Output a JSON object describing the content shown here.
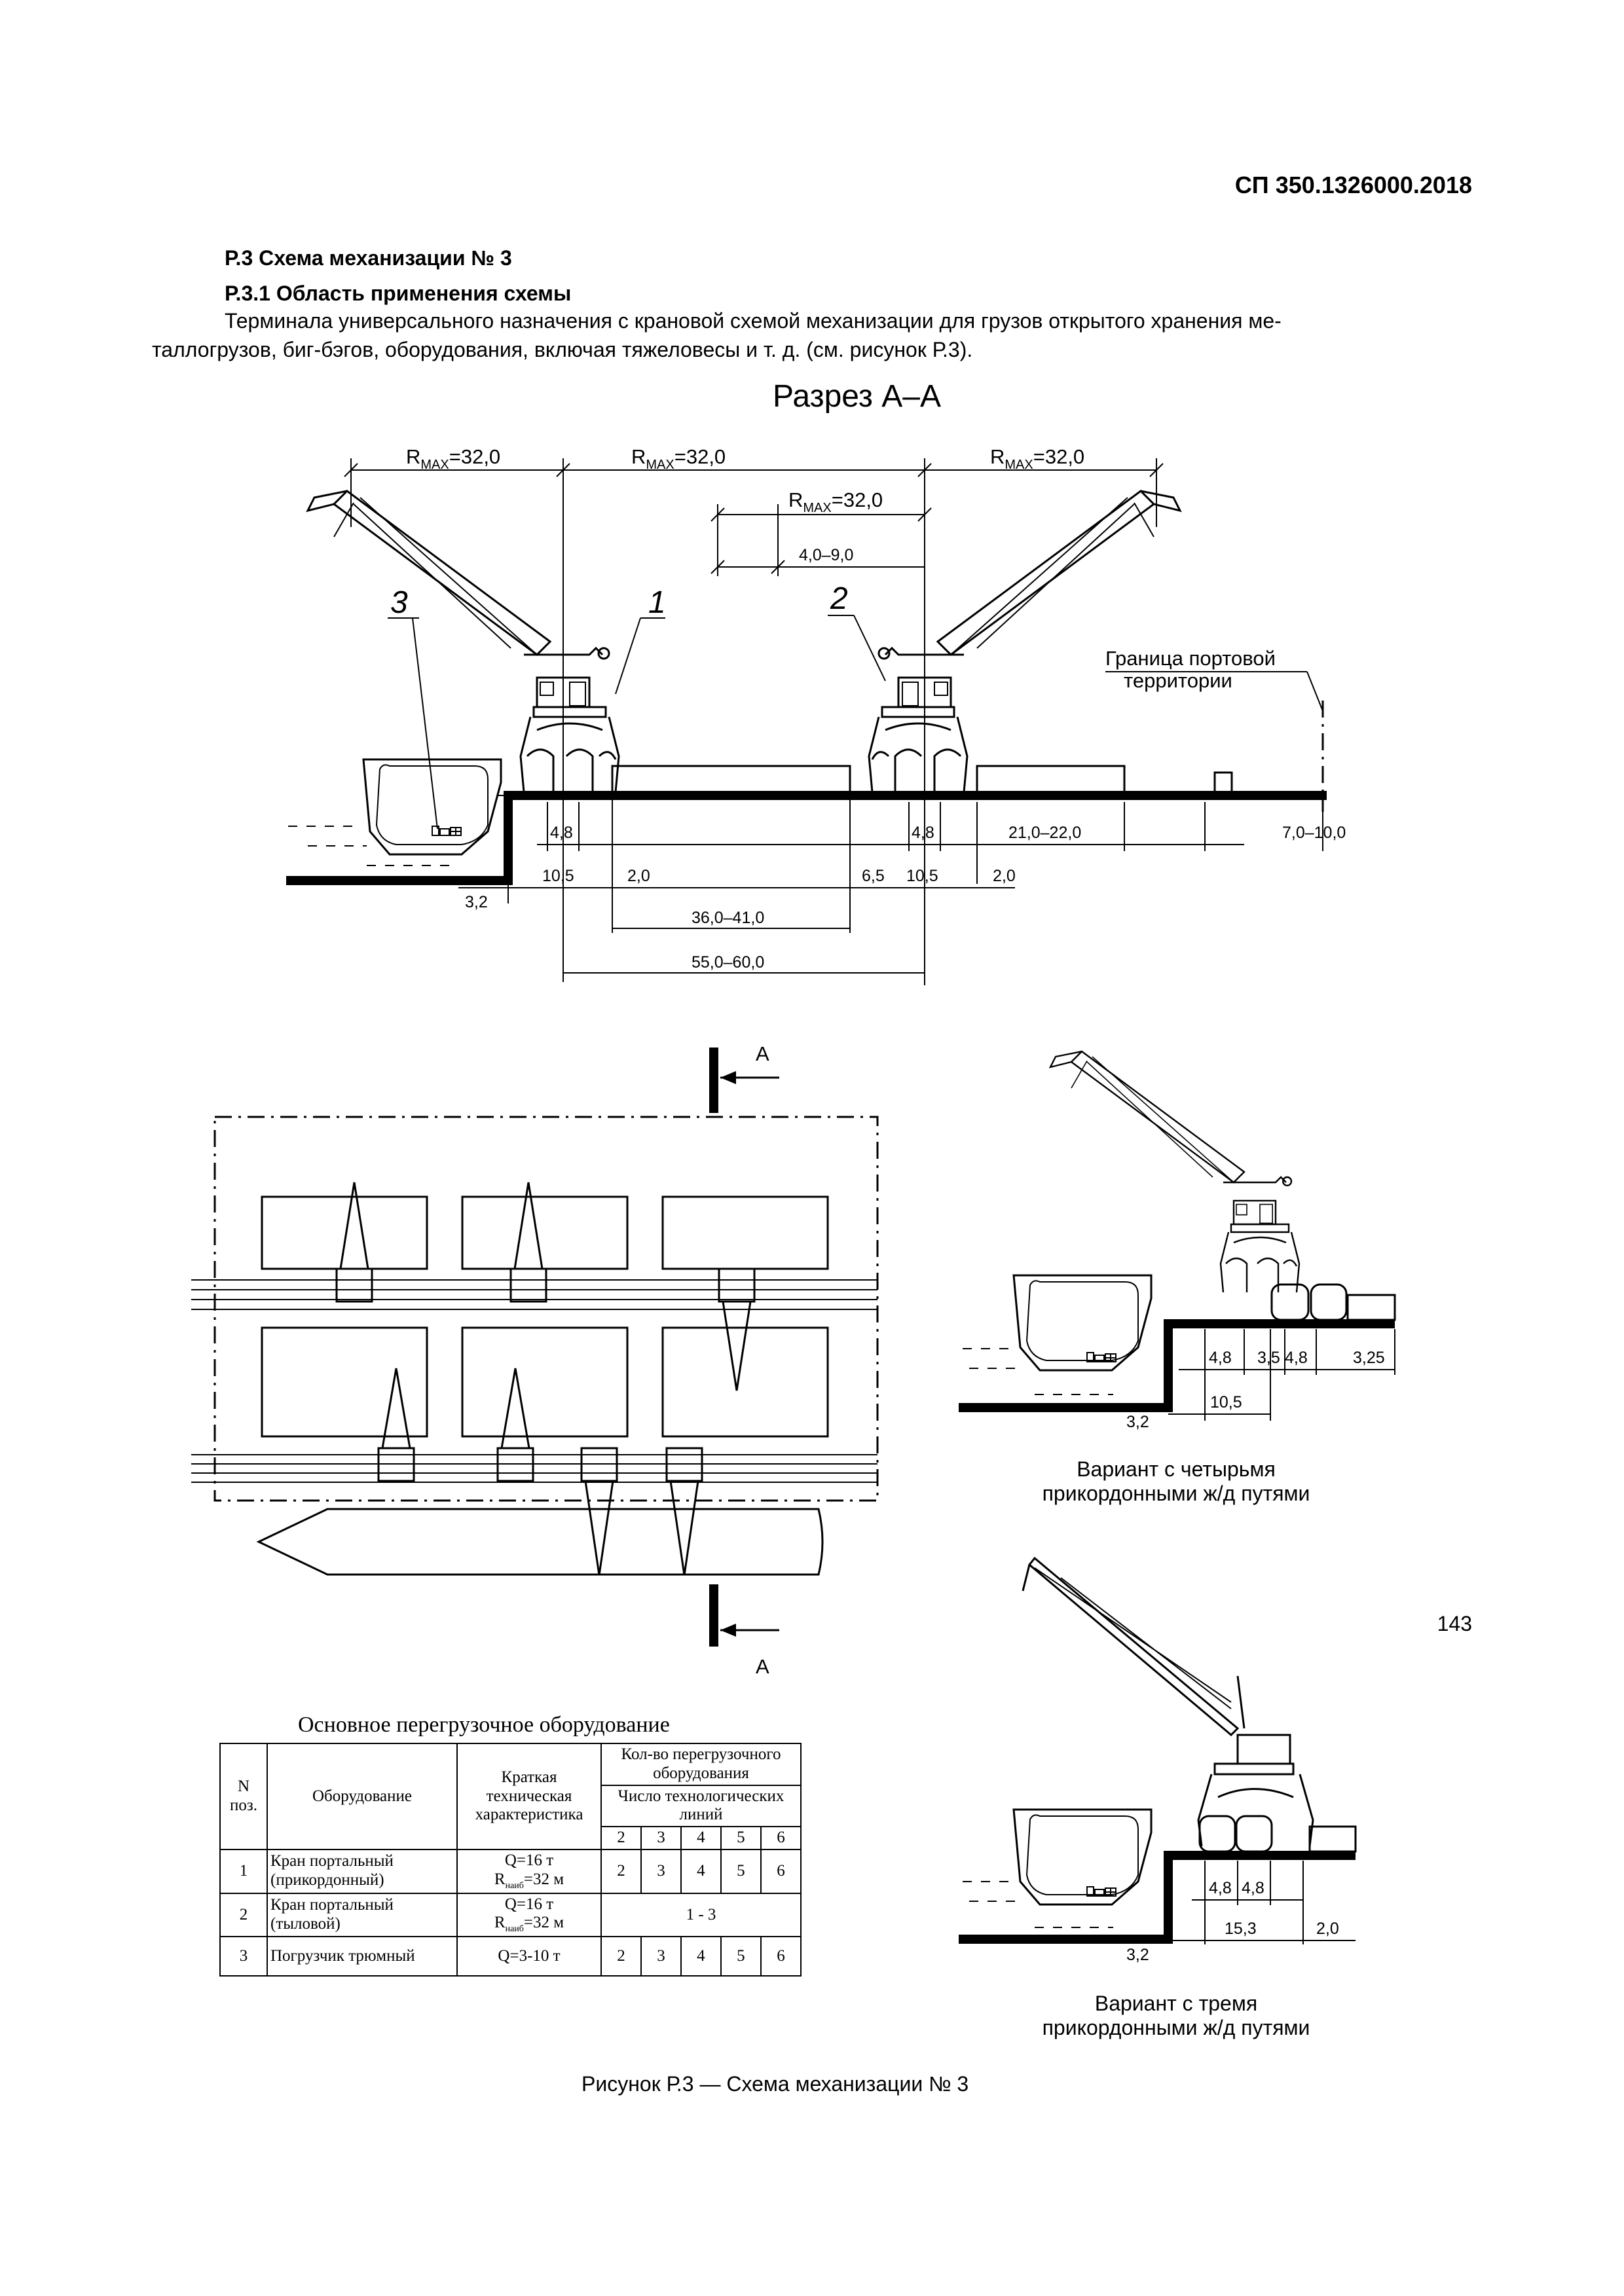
{
  "header": {
    "doc_code": "СП 350.1326000.2018"
  },
  "section": {
    "heading": "Р.3  Схема механизации № 3",
    "subheading": "Р.3.1  Область применения схемы",
    "para_line1": "Терминала универсального назначения с крановой схемой механизации для грузов открытого хранения ме-",
    "para_line2": "таллогрузов, биг-бэгов, оборудования, включая тяжеловесы и т. д. (см. рисунок Р.3)."
  },
  "section_view": {
    "title": "Разрез  А–А",
    "radius_label": "R",
    "radius_sub": "MAX",
    "radius_value": "=32,0",
    "dim_4_9": "4,0–9,0",
    "crane_num_1": "1",
    "crane_num_2": "2",
    "loader_num_3": "3",
    "border_label_1": "Граница портовой",
    "border_label_2": "территории",
    "dim_4_8": "4,8",
    "dim_21_22": "21,0–22,0",
    "dim_7_10": "7,0–10,0",
    "dim_10_5": "10,5",
    "dim_2_0": "2,0",
    "dim_6_5": "6,5",
    "dim_3_2": "3,2",
    "dim_36_41": "36,0–41,0",
    "dim_55_60": "55,0–60,0"
  },
  "plan_view": {
    "cut_label": "А"
  },
  "variant_four": {
    "dim_4_8": "4,8",
    "dim_3_5": "3,5",
    "dim_3_25": "3,25",
    "dim_10_5": "10,5",
    "dim_3_2": "3,2",
    "caption_line1": "Вариант с четырьмя",
    "caption_line2": "прикордонными ж/д путями"
  },
  "variant_three": {
    "dim_4_8": "4,8",
    "dim_15_3": "15,3",
    "dim_2_0": "2,0",
    "dim_3_2": "3,2",
    "caption_line1": "Вариант с тремя",
    "caption_line2": "прикордонными ж/д путями"
  },
  "equipment_table": {
    "title": "Основное перегрузочное оборудование",
    "head": {
      "n": "N",
      "pos": "поз.",
      "equipment": "Оборудование",
      "spec_1": "Краткая",
      "spec_2": "техническая",
      "spec_3": "характеристика",
      "qty_1": "Кол-во перегрузочного",
      "qty_2": "оборудования",
      "lines_1": "Число технологических",
      "lines_2": "линий",
      "cols": [
        "2",
        "3",
        "4",
        "5",
        "6"
      ]
    },
    "rows": [
      {
        "n": "1",
        "name_1": "Кран портальный",
        "name_2": "(прикордонный)",
        "spec_1": "Q=16 т",
        "spec_r": "R",
        "spec_sub": "наиб",
        "spec_2": "=32 м",
        "values": [
          "2",
          "3",
          "4",
          "5",
          "6"
        ]
      },
      {
        "n": "2",
        "name_1": "Кран портальный",
        "name_2": "(тыловой)",
        "spec_1": "Q=16 т",
        "spec_r": "R",
        "spec_sub": "наиб",
        "spec_2": "=32 м",
        "merged": "1 - 3"
      },
      {
        "n": "3",
        "name_1": "Погрузчик трюмный",
        "spec_1": "Q=3-10 т",
        "values": [
          "2",
          "3",
          "4",
          "5",
          "6"
        ]
      }
    ]
  },
  "figure_caption": "Рисунок Р.3  — Схема механизации № 3",
  "page_number": "143"
}
